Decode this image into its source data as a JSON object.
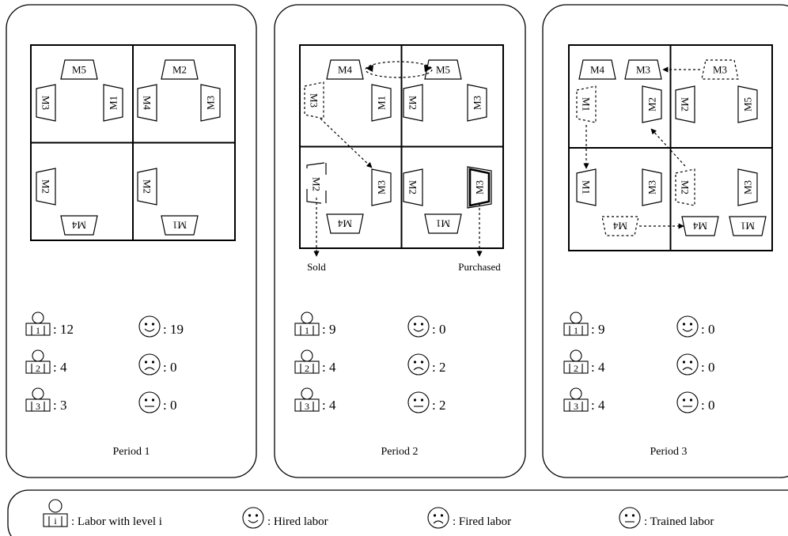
{
  "periods": [
    {
      "title": "Period 1",
      "cells": [
        [
          {
            "name": "M5",
            "side": "top",
            "style": "solid"
          },
          {
            "name": "M3",
            "side": "left",
            "style": "solid"
          },
          {
            "name": "M1",
            "side": "right",
            "style": "solid"
          }
        ],
        [
          {
            "name": "M2",
            "side": "top",
            "style": "solid"
          },
          {
            "name": "M4",
            "side": "left",
            "style": "solid"
          },
          {
            "name": "M3",
            "side": "right",
            "style": "solid"
          }
        ],
        [
          {
            "name": "M2",
            "side": "left",
            "style": "solid"
          },
          {
            "name": "M4",
            "side": "bottom",
            "style": "solid"
          }
        ],
        [
          {
            "name": "M2",
            "side": "left",
            "style": "solid"
          },
          {
            "name": "M1",
            "side": "bottom",
            "style": "solid"
          }
        ]
      ],
      "labor": [
        "12",
        "4",
        "3"
      ],
      "faces": [
        "19",
        "0",
        "0"
      ],
      "below": []
    },
    {
      "title": "Period 2",
      "cells": [
        [
          {
            "name": "M4",
            "side": "top",
            "style": "solid"
          },
          {
            "name": "M3",
            "side": "left",
            "style": "dashed"
          },
          {
            "name": "M1",
            "side": "right",
            "style": "solid"
          }
        ],
        [
          {
            "name": "M5",
            "side": "top",
            "style": "solid"
          },
          {
            "name": "M2",
            "side": "left",
            "style": "solid"
          },
          {
            "name": "M3",
            "side": "right",
            "style": "solid"
          }
        ],
        [
          {
            "name": "M2",
            "side": "left",
            "style": "bracket"
          },
          {
            "name": "M3",
            "side": "right",
            "style": "solid"
          },
          {
            "name": "M4",
            "side": "bottom",
            "style": "solid"
          }
        ],
        [
          {
            "name": "M2",
            "side": "left",
            "style": "solid"
          },
          {
            "name": "M3",
            "side": "right",
            "style": "bold"
          },
          {
            "name": "M1",
            "side": "bottom",
            "style": "solid"
          }
        ]
      ],
      "labor": [
        "9",
        "4",
        "4"
      ],
      "faces": [
        "0",
        "2",
        "2"
      ],
      "below": [
        "Sold",
        "Purchased"
      ]
    },
    {
      "title": "Period 3",
      "cells": [
        [
          {
            "name": "M4",
            "side": "top",
            "style": "solid"
          },
          {
            "name": "M3",
            "side": "top",
            "style": "solid"
          },
          {
            "name": "M1",
            "side": "left",
            "style": "dashed"
          },
          {
            "name": "M2",
            "side": "right",
            "style": "solid"
          }
        ],
        [
          {
            "name": "M3",
            "side": "top",
            "style": "dashed"
          },
          {
            "name": "M2",
            "side": "left",
            "style": "solid"
          },
          {
            "name": "M5",
            "side": "right",
            "style": "solid"
          }
        ],
        [
          {
            "name": "M1",
            "side": "left",
            "style": "solid"
          },
          {
            "name": "M3",
            "side": "right",
            "style": "solid"
          },
          {
            "name": "M4",
            "side": "bottom",
            "style": "dashed"
          }
        ],
        [
          {
            "name": "M2",
            "side": "left",
            "style": "dashed"
          },
          {
            "name": "M3",
            "side": "right",
            "style": "solid"
          },
          {
            "name": "M4",
            "side": "bottom",
            "style": "solid"
          },
          {
            "name": "M1",
            "side": "bottom",
            "style": "solid"
          }
        ]
      ],
      "labor": [
        "9",
        "4",
        "4"
      ],
      "faces": [
        "0",
        "0",
        "0"
      ],
      "below": []
    }
  ],
  "level_labels": [
    "1",
    "2",
    "3"
  ],
  "stat_separator": ":",
  "legend": {
    "labor_glyph": "i",
    "labor_text": ": Labor with level i",
    "hired_text": ": Hired labor",
    "fired_text": ": Fired labor",
    "trained_text": ": Trained labor"
  }
}
